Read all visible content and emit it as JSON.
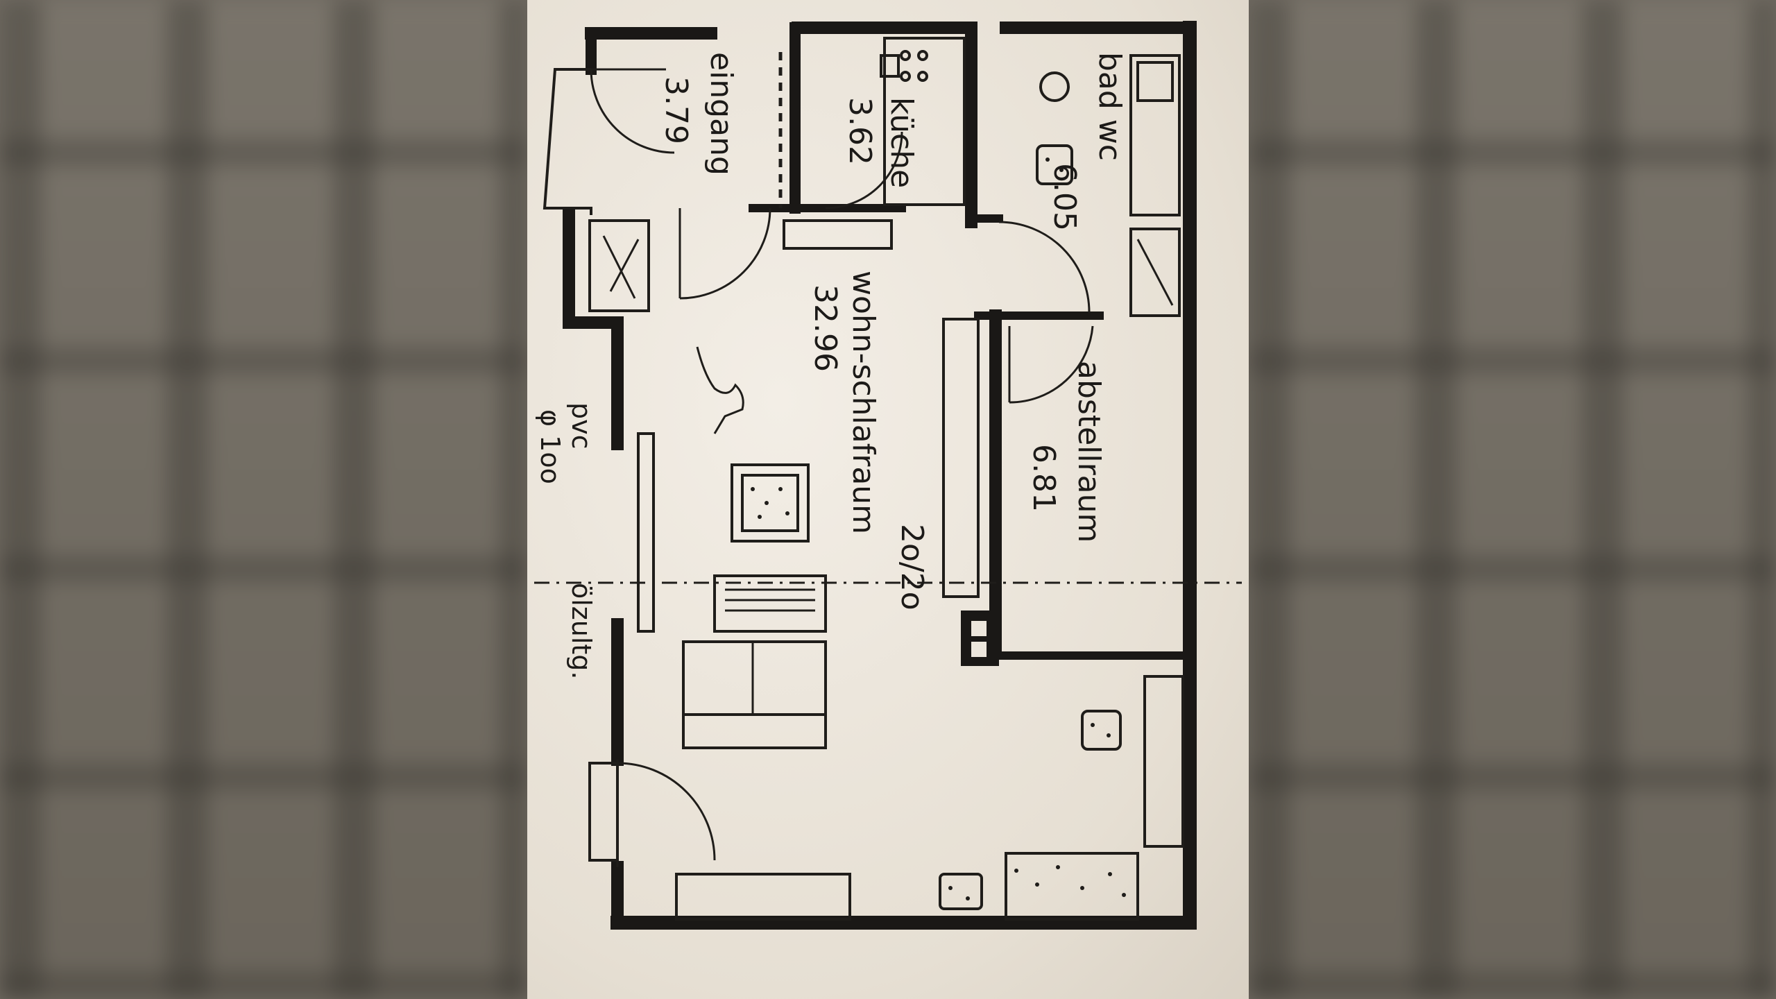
{
  "floor_plan": {
    "rooms": [
      {
        "name": "eingang",
        "area": "3.79"
      },
      {
        "name": "küche",
        "area": "3.62"
      },
      {
        "name": "bad wc",
        "area": "6.05"
      },
      {
        "name": "wohn-schlafraum",
        "area": "32.96"
      },
      {
        "name": "abstellraum",
        "area": "6.81"
      }
    ],
    "annotations": {
      "pvc": "pvc",
      "pvc_diameter": "φ 1oo",
      "oil_line": "ölzultg.",
      "chimney": "2o/2o"
    },
    "colors": {
      "paper": "#ece6dc",
      "ink": "#1c1a18",
      "background": "#8c857c"
    }
  }
}
